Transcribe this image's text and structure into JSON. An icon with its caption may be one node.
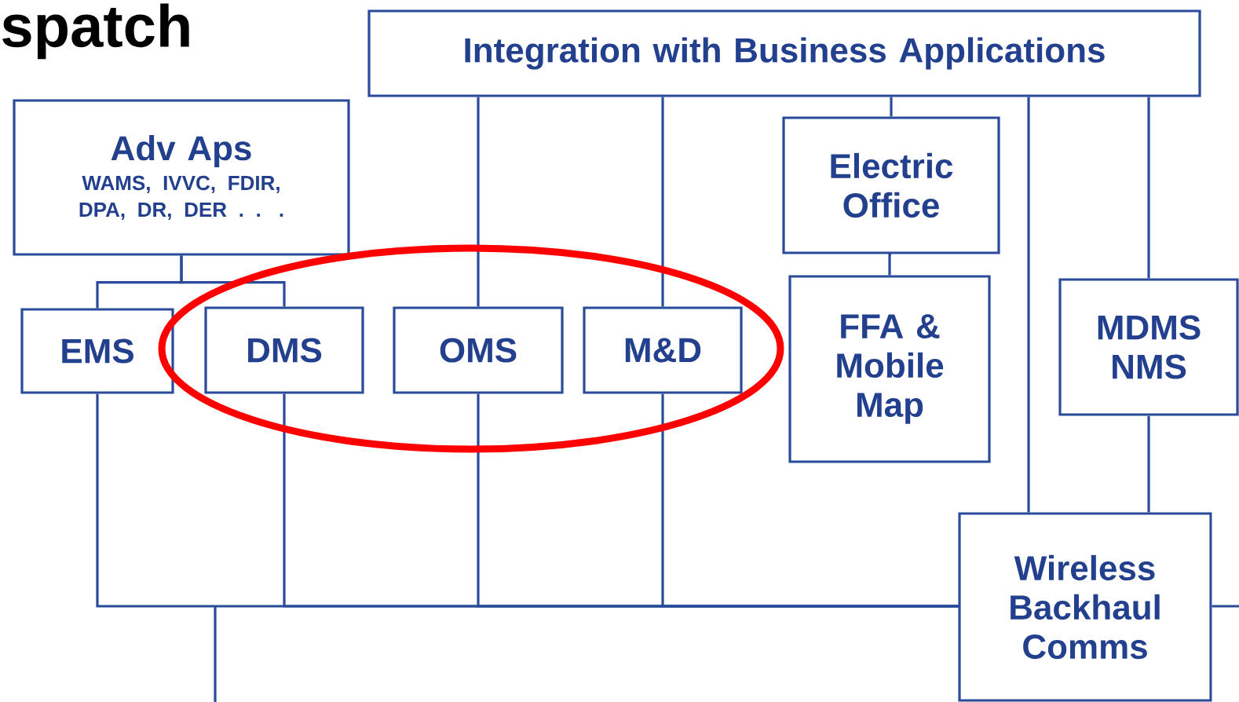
{
  "diagram": {
    "title": "spatch",
    "nodes": [
      {
        "text": [
          "Integration with Business Applications"
        ]
      },
      {
        "text": [
          "Adv Aps",
          "WAMS, IVVC, FDIR, DPA, DR, DER . . ."
        ]
      },
      {
        "text": [
          "EMS"
        ]
      },
      {
        "text": [
          "DMS"
        ]
      },
      {
        "text": [
          "OMS"
        ]
      },
      {
        "text": [
          "M&D"
        ]
      },
      {
        "text": [
          "Electric Office"
        ]
      },
      {
        "text": [
          "FFA & Mobile Map"
        ]
      },
      {
        "text": [
          "MDMS NMS"
        ]
      },
      {
        "text": [
          "Wireless Backhaul Comms"
        ]
      }
    ],
    "edges": [
      {
        "from": 1,
        "to": 2,
        "arrow": "none"
      },
      {
        "from": 1,
        "to": 3,
        "arrow": "none"
      },
      {
        "from": 0,
        "to": 4,
        "arrow": "none"
      },
      {
        "from": 0,
        "to": 5,
        "arrow": "none"
      },
      {
        "from": 0,
        "to": 6,
        "arrow": "none"
      },
      {
        "from": 6,
        "to": 7,
        "arrow": "none"
      },
      {
        "from": 0,
        "to": 9,
        "arrow": "none"
      },
      {
        "from": 0,
        "to": 8,
        "arrow": "none"
      },
      {
        "from": 8,
        "to": 9,
        "arrow": "none"
      },
      {
        "from": 2,
        "to": 9,
        "arrow": "none"
      },
      {
        "from": 3,
        "to": 9,
        "arrow": "none"
      },
      {
        "from": 4,
        "to": 9,
        "arrow": "none"
      },
      {
        "from": 5,
        "to": 9,
        "arrow": "none"
      }
    ]
  }
}
